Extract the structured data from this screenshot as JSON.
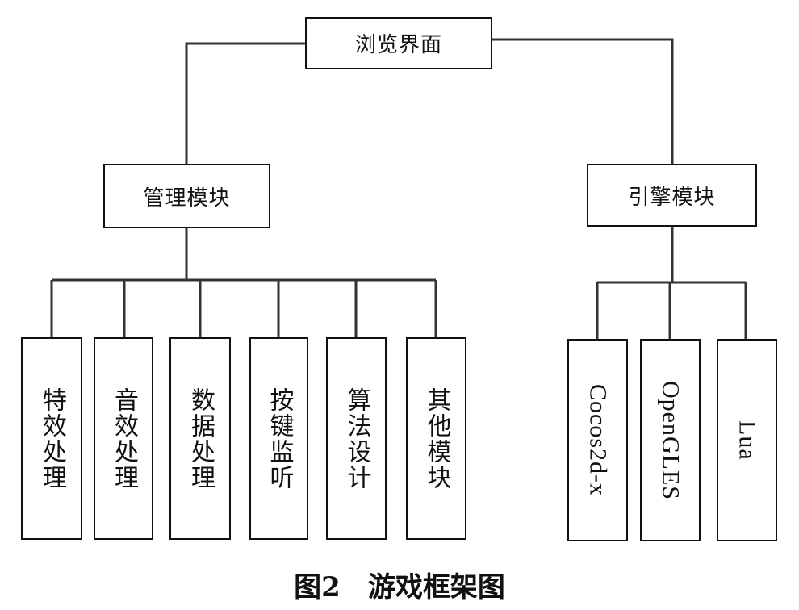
{
  "diagram": {
    "root": {
      "label": "浏览界面"
    },
    "management": {
      "label": "管理模块",
      "children": [
        "特效处理",
        "音效处理",
        "数据处理",
        "按键监听",
        "算法设计",
        "其他模块"
      ]
    },
    "engine": {
      "label": "引擎模块",
      "children": [
        "Cocos2d-x",
        "OpenGLES",
        "Lua"
      ]
    },
    "caption": "图2　游戏框架图"
  }
}
